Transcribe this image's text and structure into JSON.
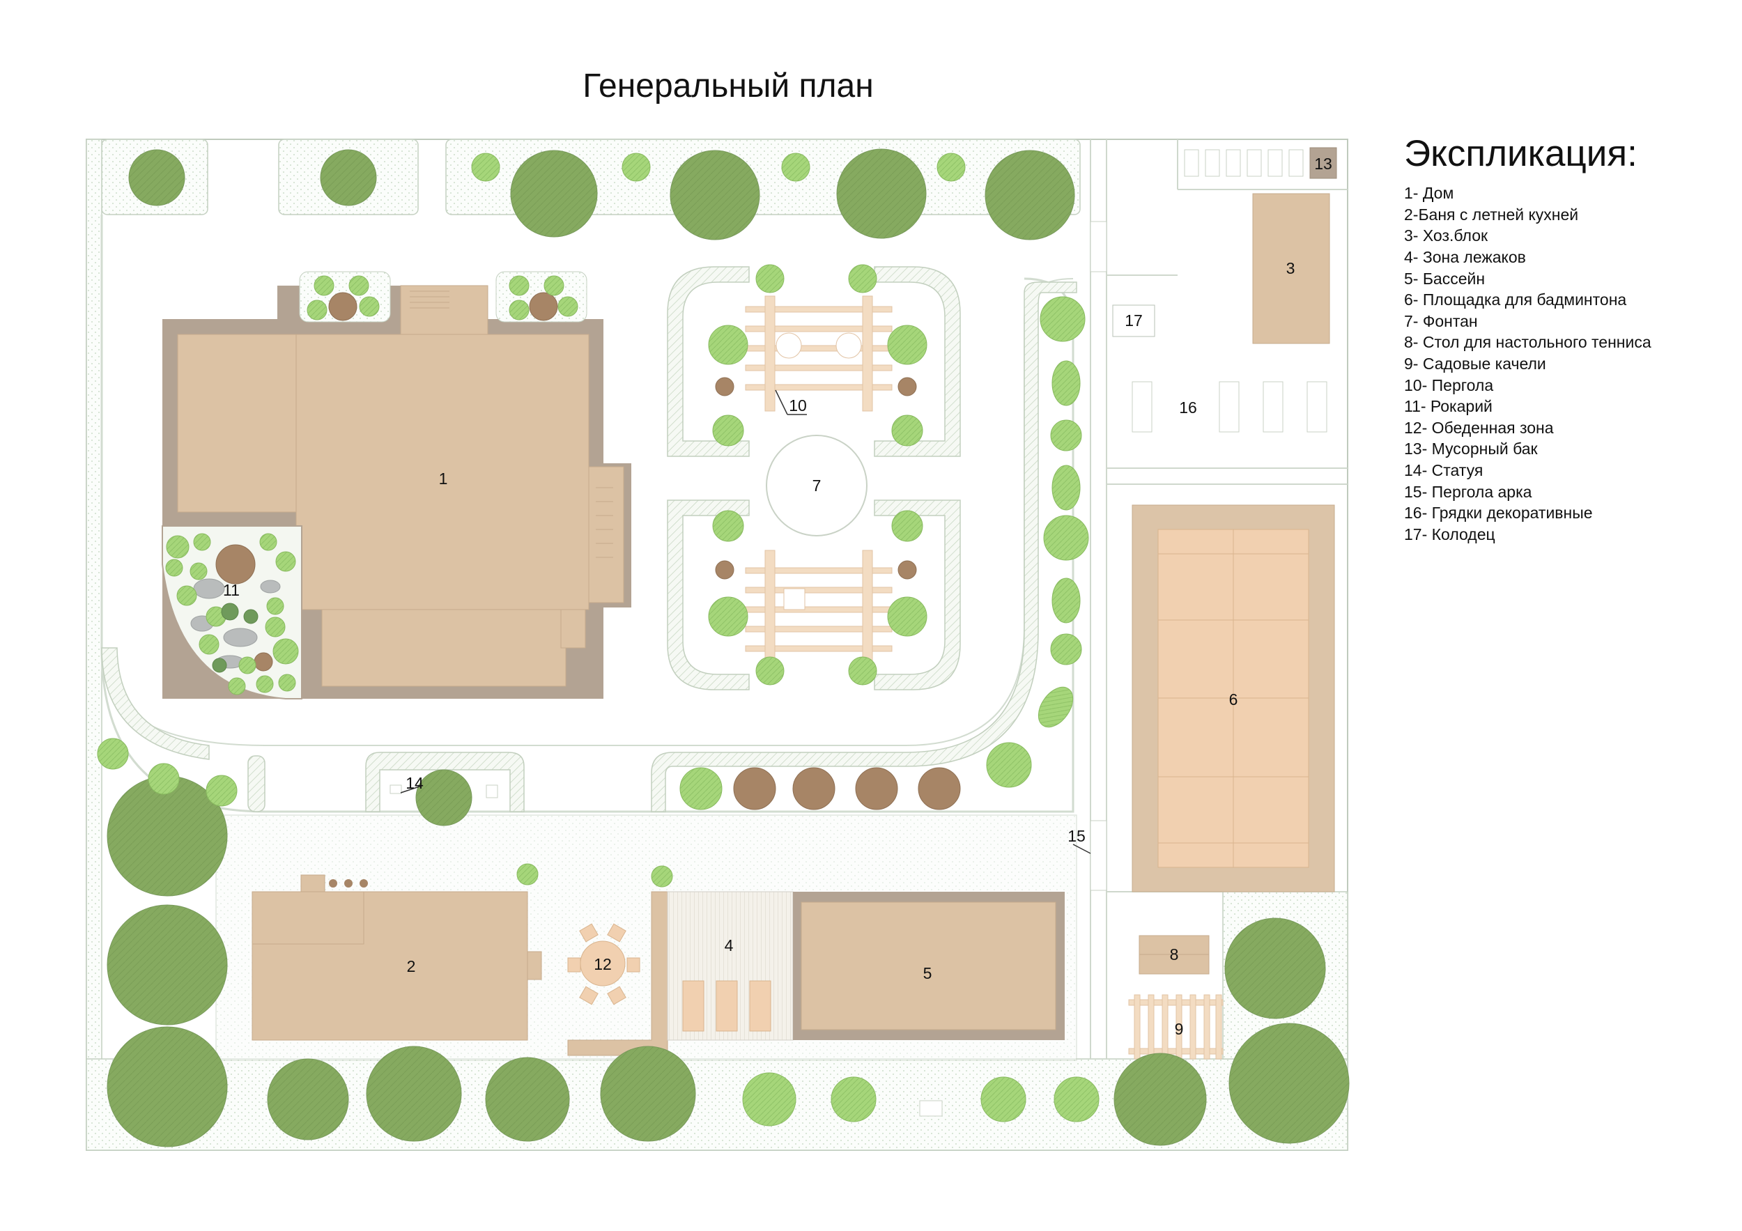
{
  "title": "Генеральный план",
  "legend": {
    "heading": "Экспликация:",
    "items": [
      "1- Дом",
      "2-Баня с летней кухней",
      "3- Хоз.блок",
      "4- Зона лежаков",
      "5- Бассейн",
      "6- Площадка для бадминтона",
      "7- Фонтан",
      "8- Стол для настольного тенниса",
      "9- Садовые качели",
      "10- Пергола",
      "11- Рокарий",
      "12- Обеденная зона",
      "13- Мусорный бак",
      "14- Статуя",
      "15- Пергола арка",
      "16- Грядки декоративные",
      "17- Колодец"
    ]
  },
  "map_labels": {
    "house": "1",
    "bathhouse": "2",
    "utility_block": "3",
    "lounger_zone": "4",
    "pool": "5",
    "badminton": "6",
    "fountain": "7",
    "tennis_table": "8",
    "swings": "9",
    "pergola": "10",
    "rockery": "11",
    "dining": "12",
    "trash_bin": "13",
    "statue": "14",
    "pergola_arch": "15",
    "garden_beds": "16",
    "well": "17"
  },
  "colors": {
    "building": "#dcc2a4",
    "building_wall": "#b3a393",
    "tree_dark": "#86aa60",
    "shrub_light": "#a6d67a",
    "tree_brown": "#a78566",
    "court_surround": "#dcc4a8",
    "court": "#f1d0b0",
    "lawn_dots": "#dfeedd",
    "lines": "#b7c6b4"
  }
}
